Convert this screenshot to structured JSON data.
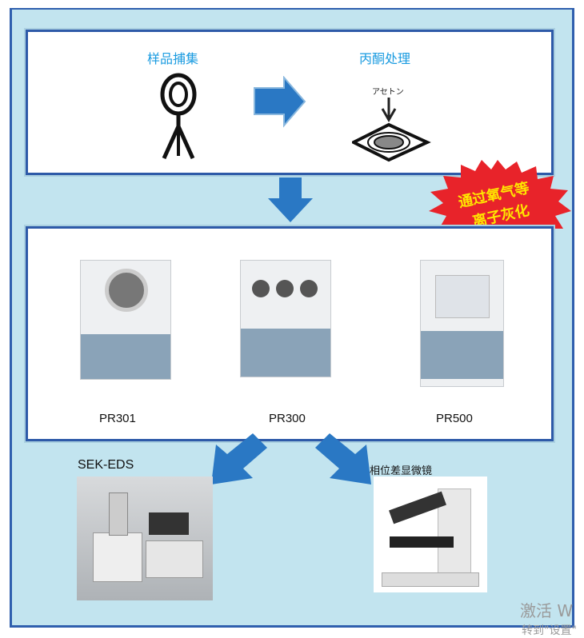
{
  "top_section": {
    "step1": "样品捕集",
    "step2": "丙酮处理",
    "acetone_label": "アセトン"
  },
  "burst_label": {
    "line1": "通过氧气等",
    "line2": "离子灰化"
  },
  "devices": [
    {
      "name": "PR301"
    },
    {
      "name": "PR300"
    },
    {
      "name": "PR500"
    }
  ],
  "outputs": {
    "left": "SEK-EDS",
    "right": "相位差显微镜"
  },
  "watermark": {
    "line1": "激活 W",
    "line2": "转到\"设置\""
  },
  "colors": {
    "frame": "#2f5fae",
    "background": "#c2e4ef",
    "arrow": "#2a78c4",
    "burst": "#e8232a",
    "burst_text": "#ffe600"
  }
}
